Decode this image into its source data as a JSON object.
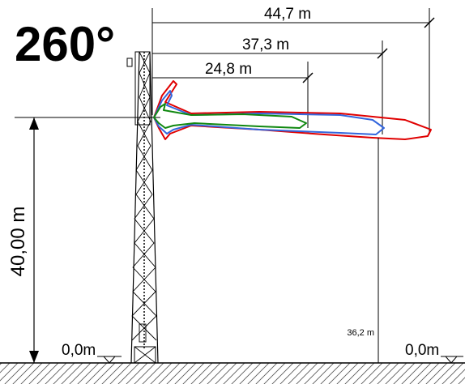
{
  "diagram": {
    "azimuth_label": "260°",
    "dimensions": {
      "d1": "44,7 m",
      "d2": "37,3 m",
      "d3": "24,8 m"
    },
    "height_label": "40,00 m",
    "ground_left": "0,0m",
    "ground_right": "0,0m",
    "vertical_marker": "36,2 m"
  }
}
